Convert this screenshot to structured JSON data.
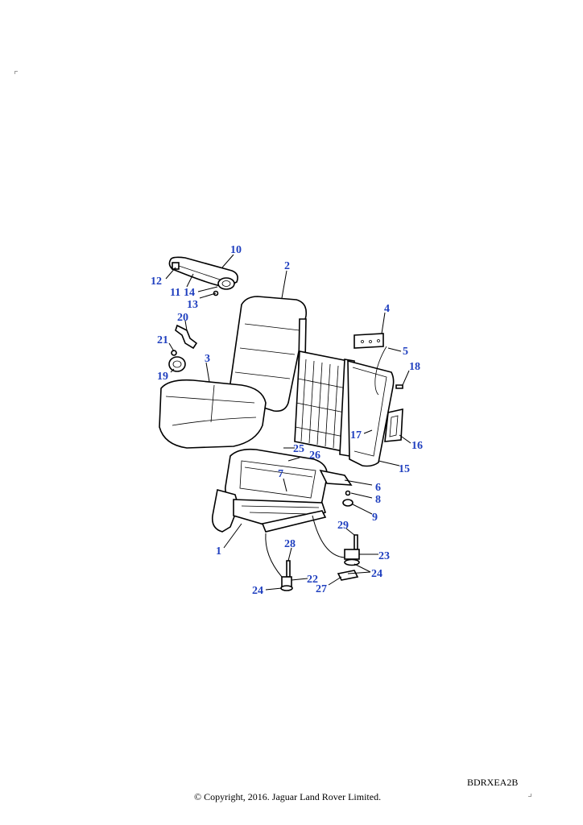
{
  "diagram": {
    "callouts": [
      {
        "id": "c10",
        "text": "10"
      },
      {
        "id": "c2",
        "text": "2"
      },
      {
        "id": "c12",
        "text": "12"
      },
      {
        "id": "c11",
        "text": "11"
      },
      {
        "id": "c14",
        "text": "14"
      },
      {
        "id": "c13",
        "text": "13"
      },
      {
        "id": "c20",
        "text": "20"
      },
      {
        "id": "c4",
        "text": "4"
      },
      {
        "id": "c21",
        "text": "21"
      },
      {
        "id": "c3",
        "text": "3"
      },
      {
        "id": "c5",
        "text": "5"
      },
      {
        "id": "c19",
        "text": "19"
      },
      {
        "id": "c18",
        "text": "18"
      },
      {
        "id": "c17",
        "text": "17"
      },
      {
        "id": "c16",
        "text": "16"
      },
      {
        "id": "c25",
        "text": "25"
      },
      {
        "id": "c26",
        "text": "26"
      },
      {
        "id": "c15",
        "text": "15"
      },
      {
        "id": "c7",
        "text": "7"
      },
      {
        "id": "c6",
        "text": "6"
      },
      {
        "id": "c8",
        "text": "8"
      },
      {
        "id": "c9",
        "text": "9"
      },
      {
        "id": "c29",
        "text": "29"
      },
      {
        "id": "c1",
        "text": "1"
      },
      {
        "id": "c28",
        "text": "28"
      },
      {
        "id": "c23",
        "text": "23"
      },
      {
        "id": "c24a",
        "text": "24"
      },
      {
        "id": "c22",
        "text": "22"
      },
      {
        "id": "c27",
        "text": "27"
      },
      {
        "id": "c24b",
        "text": "24"
      }
    ],
    "reference_code": "BDRXEA2B",
    "copyright": "© Copyright, 2016. Jaguar Land Rover Limited."
  }
}
